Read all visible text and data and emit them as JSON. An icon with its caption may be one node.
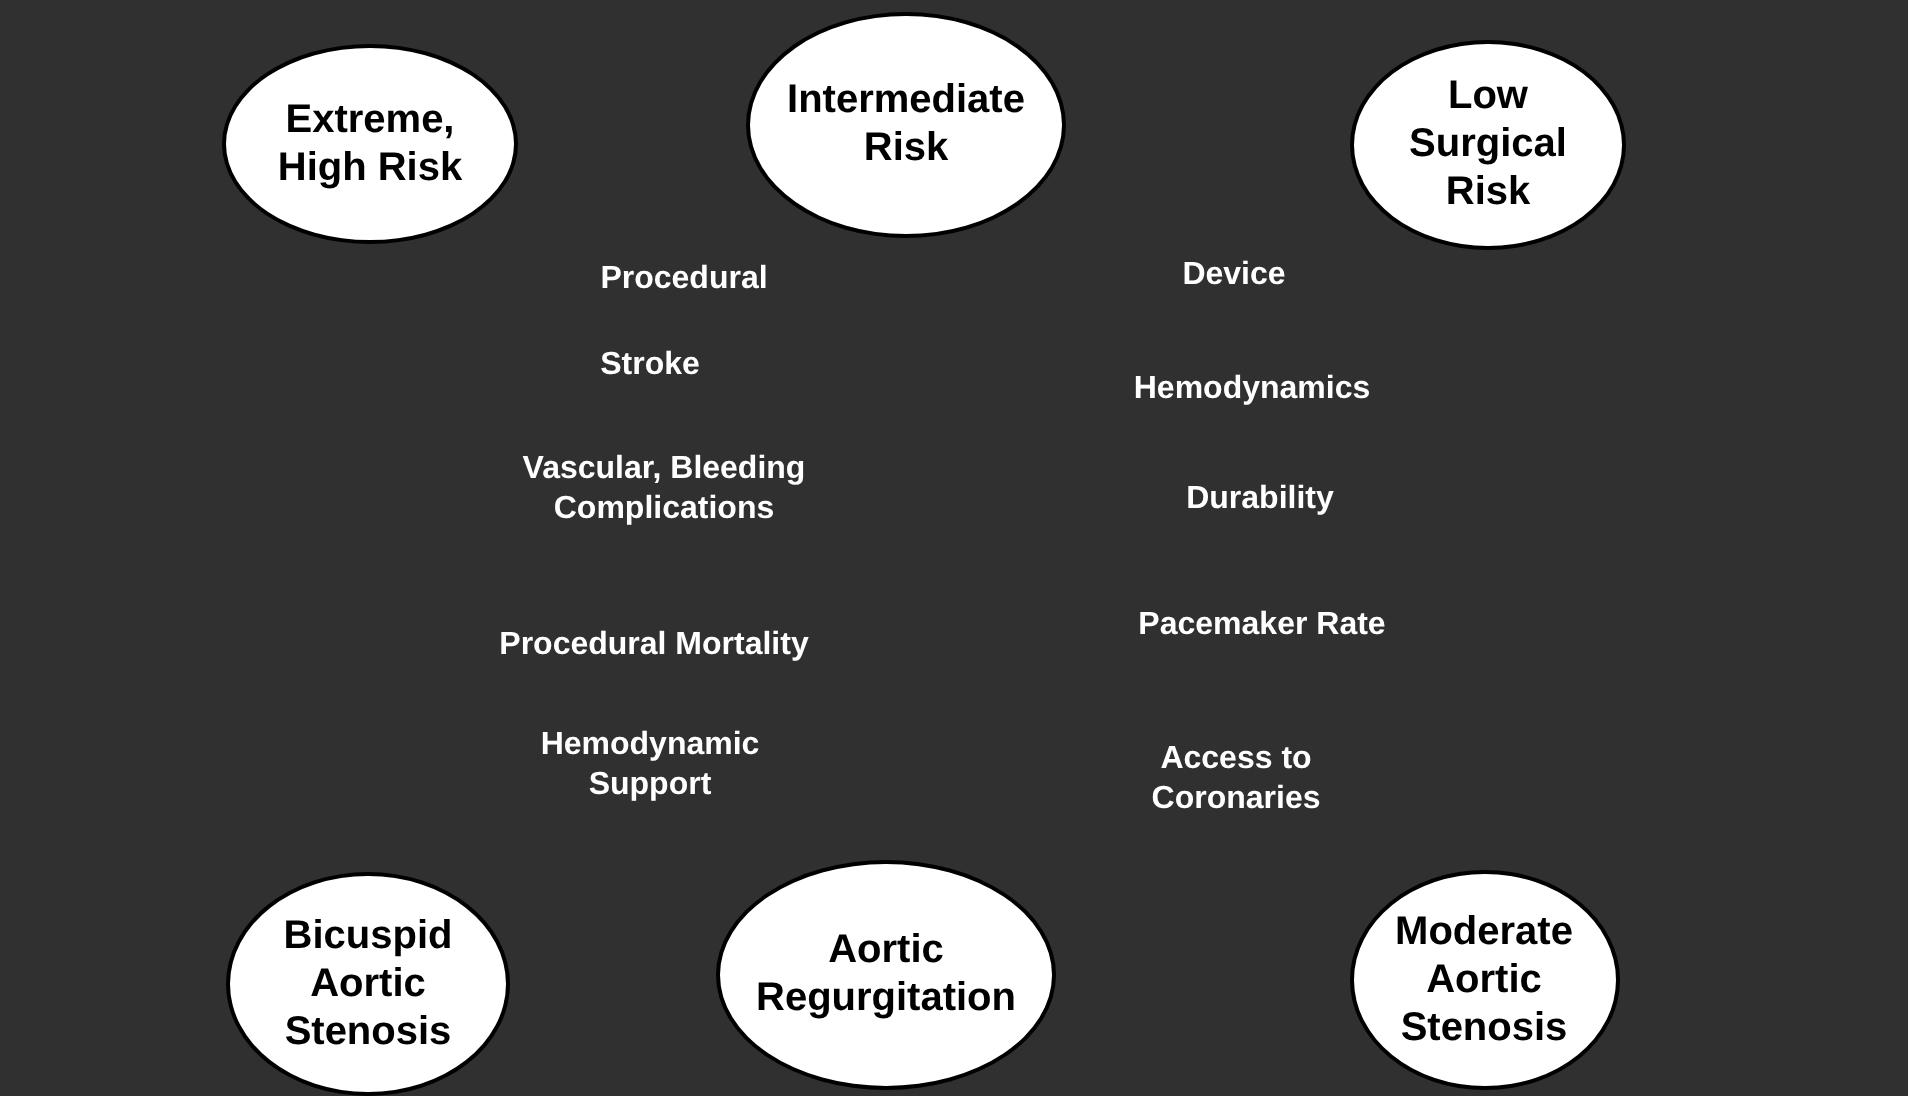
{
  "diagram": {
    "nodes": [
      {
        "text": [
          "Extreme, High Risk"
        ]
      },
      {
        "text": [
          "Intermediate Risk"
        ]
      },
      {
        "text": [
          "Low Surgical Risk"
        ]
      },
      {
        "text": [
          "Bicuspid Aortic Stenosis"
        ]
      },
      {
        "text": [
          "Aortic Regurgitation"
        ]
      },
      {
        "text": [
          "Moderate Aortic Stenosis"
        ]
      }
    ],
    "labels": [
      "Procedural",
      "Stroke",
      "Vascular, Bleeding Complications",
      "Procedural Mortality",
      "Hemodynamic Support",
      "Device",
      "Hemodynamics",
      "Durability",
      "Pacemaker Rate",
      "Access to Coronaries"
    ]
  }
}
